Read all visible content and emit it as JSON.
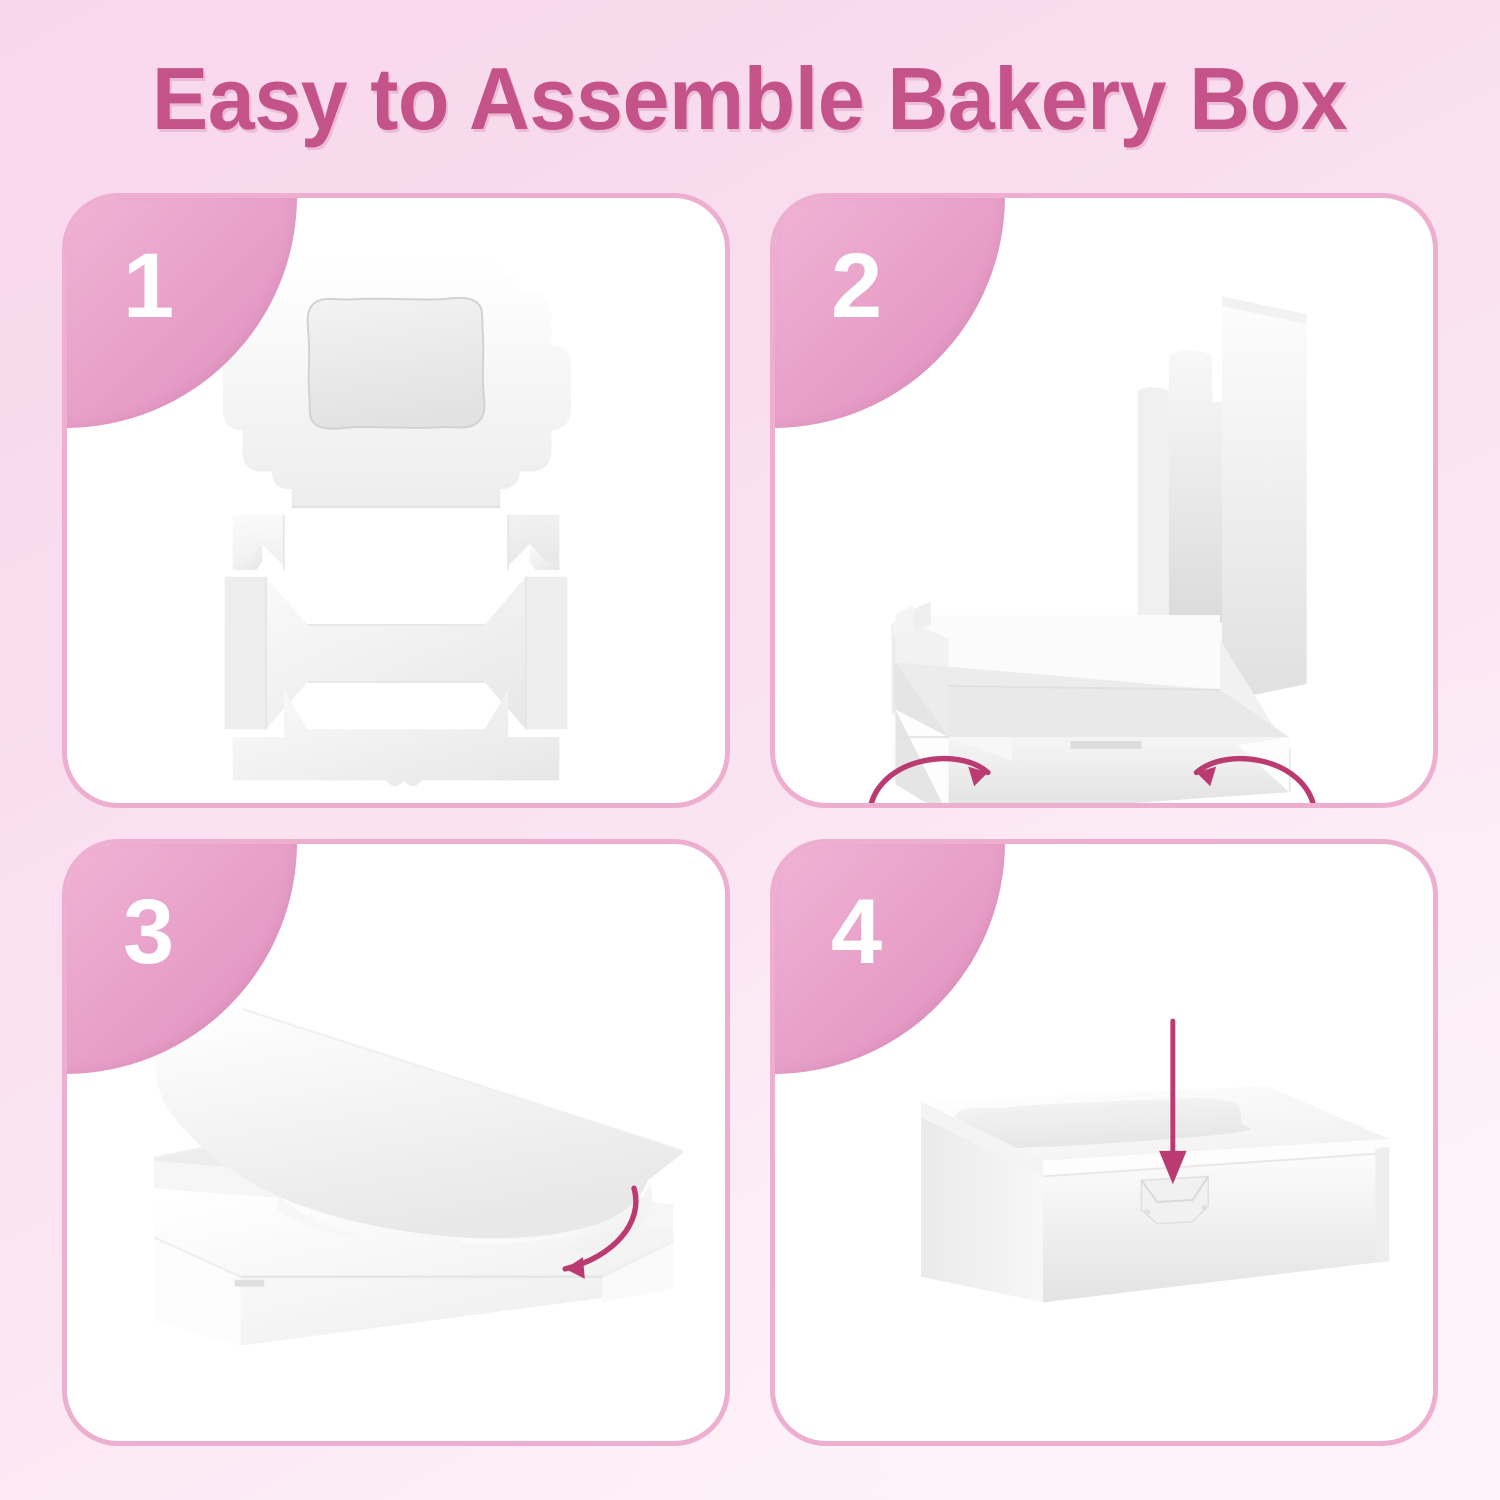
{
  "header": {
    "title": "Easy to Assemble Bakery Box"
  },
  "colors": {
    "background_top": "#f7d7ec",
    "background_bottom": "#fdf6fa",
    "title_pink": "#c4538a",
    "card_border": "#eeaed0",
    "badge_pink_light": "#f0b3d6",
    "badge_pink_dark": "#dd8dbd",
    "arrow_pink": "#bb3a72",
    "card_background": "#ffffff",
    "carton_white": "#ffffff",
    "carton_shade": "#e3e3e3"
  },
  "steps": [
    {
      "number": "1",
      "badge_name": "step-badge-1",
      "illustration": "flat-die-cut-bakery-box-blank-with-scalloped-window-lid",
      "arrows": []
    },
    {
      "number": "2",
      "badge_name": "step-badge-2",
      "illustration": "box-tray-formed-with-lid-panel-standing-upright",
      "arrows": [
        "curved-arrow-fold-left-corner-inward",
        "curved-arrow-fold-right-corner-inward"
      ]
    },
    {
      "number": "3",
      "badge_name": "step-badge-3",
      "illustration": "lid-being-lowered-onto-box-side-view",
      "arrows": [
        "curved-arrow-close-lid-downward"
      ]
    },
    {
      "number": "4",
      "badge_name": "step-badge-4",
      "illustration": "fully-assembled-closed-bakery-box-with-window",
      "arrows": [
        "straight-arrow-press-front-tab-down"
      ]
    }
  ]
}
